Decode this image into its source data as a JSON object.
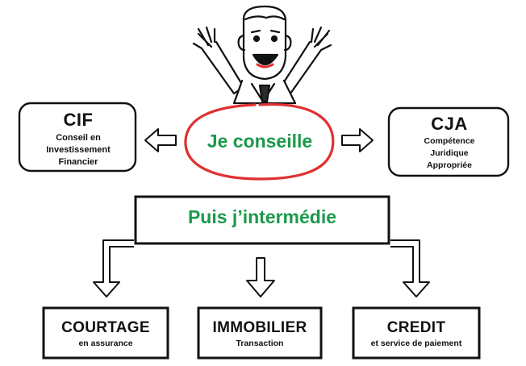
{
  "cif": {
    "title": "CIF",
    "line1": "Conseil en",
    "line2": "Investissement",
    "line3": "Financier"
  },
  "cja": {
    "title": "CJA",
    "line1": "Compétence",
    "line2": "Juridique",
    "line3": "Appropriée"
  },
  "center": {
    "label": "Je conseille"
  },
  "middle": {
    "label": "Puis j’intermédie"
  },
  "bottom": [
    {
      "title": "COURTAGE",
      "subtitle": "en assurance"
    },
    {
      "title": "IMMOBILIER",
      "subtitle": "Transaction"
    },
    {
      "title": "CREDIT",
      "subtitle": "et service de paiement"
    }
  ],
  "colors": {
    "green": "#1a9a4a",
    "red": "#e03030",
    "stroke": "#111111",
    "tie": "#2b2b2b"
  }
}
